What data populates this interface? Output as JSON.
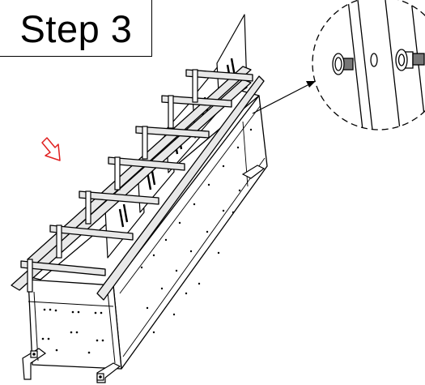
{
  "step": {
    "label": "Step 3"
  },
  "colors": {
    "line": "#000000",
    "arrow": "#e02020",
    "fill": "#ffffff",
    "metal": "#cfcfcf"
  },
  "icons": {
    "direction_arrow": "red-outline-arrow",
    "detail_callout": "dashed-circle-magnifier"
  }
}
